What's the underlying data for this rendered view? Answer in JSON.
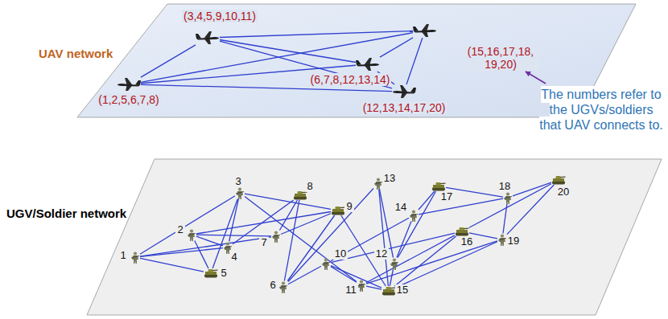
{
  "diagram": {
    "nodes": [
      {
        "text": [
          "(3,4,5,9,10,11)"
        ]
      },
      {
        "text": [
          "(15,16,17,18, 19,20)"
        ]
      },
      {
        "text": [
          "(6,7,8,12,13,14)"
        ]
      },
      {
        "text": [
          "(1,2,5,6,7,8)"
        ]
      },
      {
        "text": [
          "(12,13,14,17,20)"
        ]
      },
      {
        "text": [
          "1"
        ]
      },
      {
        "text": [
          "2"
        ]
      },
      {
        "text": [
          "3"
        ]
      },
      {
        "text": [
          "4"
        ]
      },
      {
        "text": [
          "5"
        ]
      },
      {
        "text": [
          "6"
        ]
      },
      {
        "text": [
          "7"
        ]
      },
      {
        "text": [
          "8"
        ]
      },
      {
        "text": [
          "9"
        ]
      },
      {
        "text": [
          "10"
        ]
      },
      {
        "text": [
          "11"
        ]
      },
      {
        "text": [
          "12"
        ]
      },
      {
        "text": [
          "13"
        ]
      },
      {
        "text": [
          "14"
        ]
      },
      {
        "text": [
          "15"
        ]
      },
      {
        "text": [
          "16"
        ]
      },
      {
        "text": [
          "17"
        ]
      },
      {
        "text": [
          "18"
        ]
      },
      {
        "text": [
          "19"
        ]
      },
      {
        "text": [
          "20"
        ]
      }
    ],
    "edges": [
      {
        "from": 0,
        "to": 1,
        "arrow": "none"
      },
      {
        "from": 0,
        "to": 2,
        "arrow": "none"
      },
      {
        "from": 0,
        "to": 3,
        "arrow": "none"
      },
      {
        "from": 0,
        "to": 4,
        "arrow": "none"
      },
      {
        "from": 1,
        "to": 2,
        "arrow": "none"
      },
      {
        "from": 1,
        "to": 3,
        "arrow": "none"
      },
      {
        "from": 1,
        "to": 4,
        "arrow": "none"
      },
      {
        "from": 2,
        "to": 3,
        "arrow": "none"
      },
      {
        "from": 2,
        "to": 4,
        "arrow": "none"
      },
      {
        "from": 3,
        "to": 4,
        "arrow": "none"
      },
      {
        "from": 5,
        "to": 7,
        "arrow": "none"
      },
      {
        "from": 5,
        "to": 8,
        "arrow": "none"
      },
      {
        "from": 5,
        "to": 9,
        "arrow": "none"
      },
      {
        "from": 5,
        "to": 11,
        "arrow": "none"
      },
      {
        "from": 6,
        "to": 8,
        "arrow": "none"
      },
      {
        "from": 6,
        "to": 9,
        "arrow": "none"
      },
      {
        "from": 6,
        "to": 11,
        "arrow": "none"
      },
      {
        "from": 6,
        "to": 13,
        "arrow": "none"
      },
      {
        "from": 7,
        "to": 8,
        "arrow": "none"
      },
      {
        "from": 7,
        "to": 9,
        "arrow": "none"
      },
      {
        "from": 7,
        "to": 13,
        "arrow": "none"
      },
      {
        "from": 7,
        "to": 15,
        "arrow": "none"
      },
      {
        "from": 8,
        "to": 12,
        "arrow": "none"
      },
      {
        "from": 10,
        "to": 12,
        "arrow": "none"
      },
      {
        "from": 11,
        "to": 12,
        "arrow": "none"
      },
      {
        "from": 11,
        "to": 13,
        "arrow": "none"
      },
      {
        "from": 10,
        "to": 13,
        "arrow": "none"
      },
      {
        "from": 13,
        "to": 19,
        "arrow": "none"
      },
      {
        "from": 10,
        "to": 17,
        "arrow": "none"
      },
      {
        "from": 16,
        "to": 17,
        "arrow": "none"
      },
      {
        "from": 17,
        "to": 19,
        "arrow": "none"
      },
      {
        "from": 14,
        "to": 18,
        "arrow": "none"
      },
      {
        "from": 16,
        "to": 18,
        "arrow": "none"
      },
      {
        "from": 18,
        "to": 21,
        "arrow": "none"
      },
      {
        "from": 18,
        "to": 22,
        "arrow": "none"
      },
      {
        "from": 10,
        "to": 14,
        "arrow": "none"
      },
      {
        "from": 14,
        "to": 15,
        "arrow": "none"
      },
      {
        "from": 14,
        "to": 19,
        "arrow": "none"
      },
      {
        "from": 14,
        "to": 20,
        "arrow": "none"
      },
      {
        "from": 15,
        "to": 19,
        "arrow": "none"
      },
      {
        "from": 15,
        "to": 20,
        "arrow": "none"
      },
      {
        "from": 15,
        "to": 23,
        "arrow": "none"
      },
      {
        "from": 19,
        "to": 20,
        "arrow": "none"
      },
      {
        "from": 19,
        "to": 23,
        "arrow": "none"
      },
      {
        "from": 20,
        "to": 23,
        "arrow": "none"
      },
      {
        "from": 20,
        "to": 24,
        "arrow": "none"
      },
      {
        "from": 21,
        "to": 22,
        "arrow": "none"
      },
      {
        "from": 16,
        "to": 21,
        "arrow": "none"
      },
      {
        "from": 22,
        "to": 24,
        "arrow": "none"
      },
      {
        "from": 22,
        "to": 23,
        "arrow": "none"
      },
      {
        "from": 23,
        "to": 24,
        "arrow": "none"
      },
      {
        "from": 16,
        "to": 19,
        "arrow": "none"
      }
    ],
    "labels": [
      "UAV network",
      "UGV/Soldier network",
      "The numbers refer to the UGVs/soldiers that UAV connects to."
    ]
  }
}
